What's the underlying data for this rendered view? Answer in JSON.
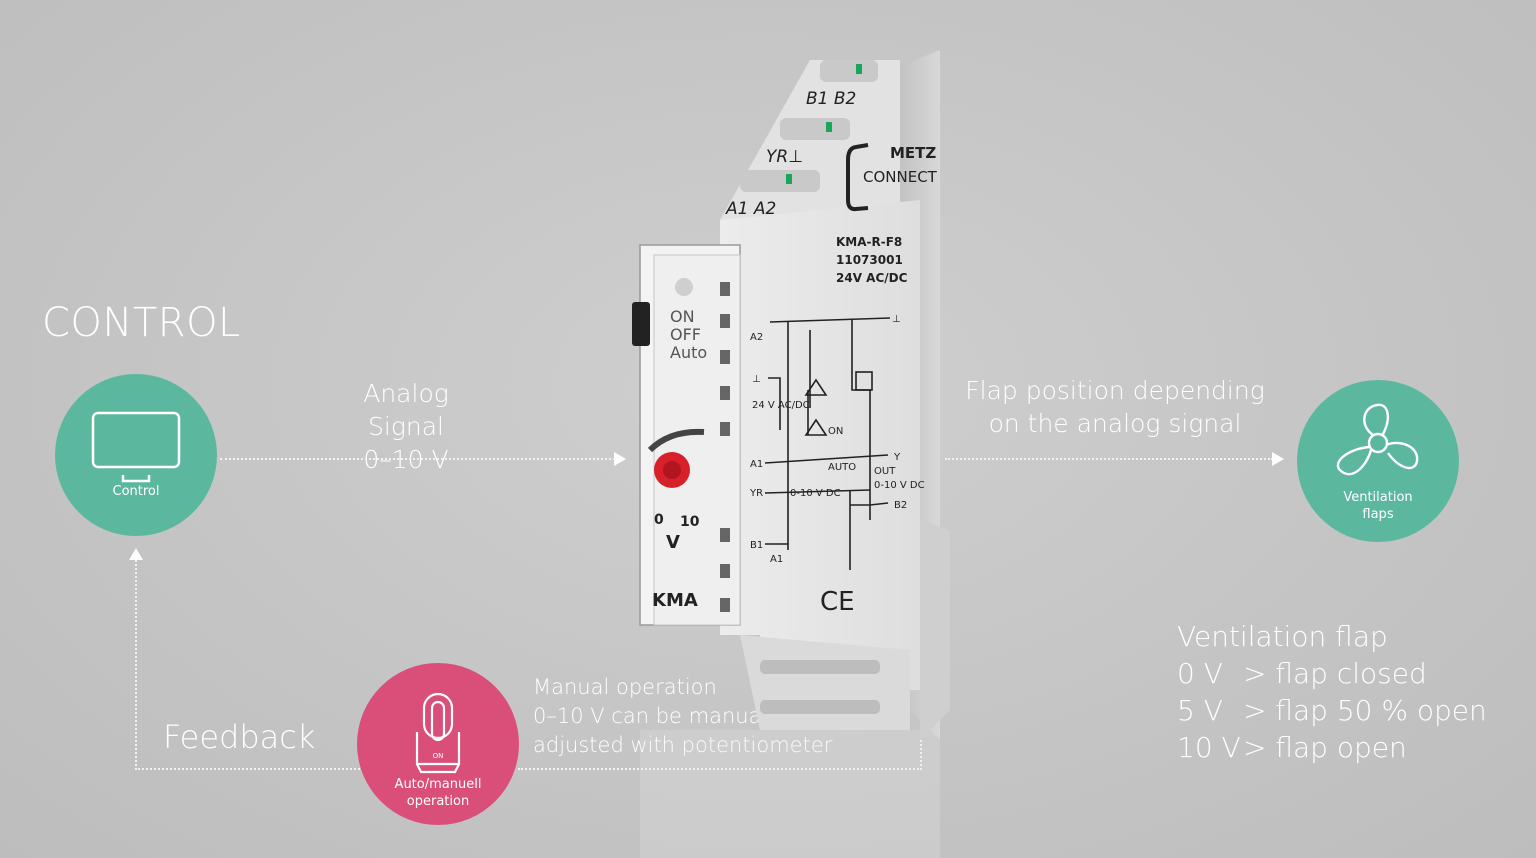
{
  "heading": "CONTROL",
  "control_node": {
    "label": "Control",
    "icon": "monitor-icon",
    "color": "#5bb89f"
  },
  "flaps_node": {
    "label_line1": "Ventilation",
    "label_line2": "flaps",
    "icon": "fan-icon",
    "color": "#5bb89f"
  },
  "manual_node": {
    "label_line1": "Auto/manuell",
    "label_line2": "operation",
    "icon": "switch-icon",
    "icon_text": "ON",
    "color": "#d94f79"
  },
  "analog_signal": {
    "line1": "Analog Signal",
    "line2": "0–10 V"
  },
  "flap_position": {
    "line1": "Flap position depending",
    "line2": "on the analog signal"
  },
  "feedback": "Feedback",
  "manual_operation": {
    "line1": "Manual operation",
    "line2": "0–10 V can be manually",
    "line3": "adjusted with potentiometer"
  },
  "ventilation_flap": {
    "title": "Ventilation flap",
    "rows": [
      {
        "voltage": "0 V",
        "state": "> flap closed"
      },
      {
        "voltage": "5 V",
        "state": "> flap 50 % open"
      },
      {
        "voltage": "10 V",
        "state": "> flap open"
      }
    ]
  },
  "device": {
    "terminals_top": [
      "B1 B2",
      "YR⊥",
      "A1 A2"
    ],
    "brand_line1": "METZ",
    "brand_line2": "CONNECT",
    "model": "KMA-R-F8",
    "part_number": "11073001",
    "supply": "24V AC/DC",
    "switch_labels": [
      "ON",
      "OFF",
      "Auto"
    ],
    "dial_min": "0",
    "dial_max": "10",
    "dial_unit": "V",
    "front_label": "KMA",
    "schematic": {
      "a2": "A2",
      "gnd": "⊥",
      "supply": "24 V AC/DC",
      "on": "ON",
      "a1": "A1",
      "yr": "YR",
      "range": "0-10 V DC",
      "auto": "AUTO",
      "y": "Y",
      "out": "OUT",
      "out_range": "0-10 V DC",
      "b2": "B2",
      "b1": "B1"
    },
    "ce_mark": "CE",
    "colors": {
      "housing": "#e4e4e4",
      "knob": "#d8202a",
      "indicator": "#1aa65a"
    }
  }
}
